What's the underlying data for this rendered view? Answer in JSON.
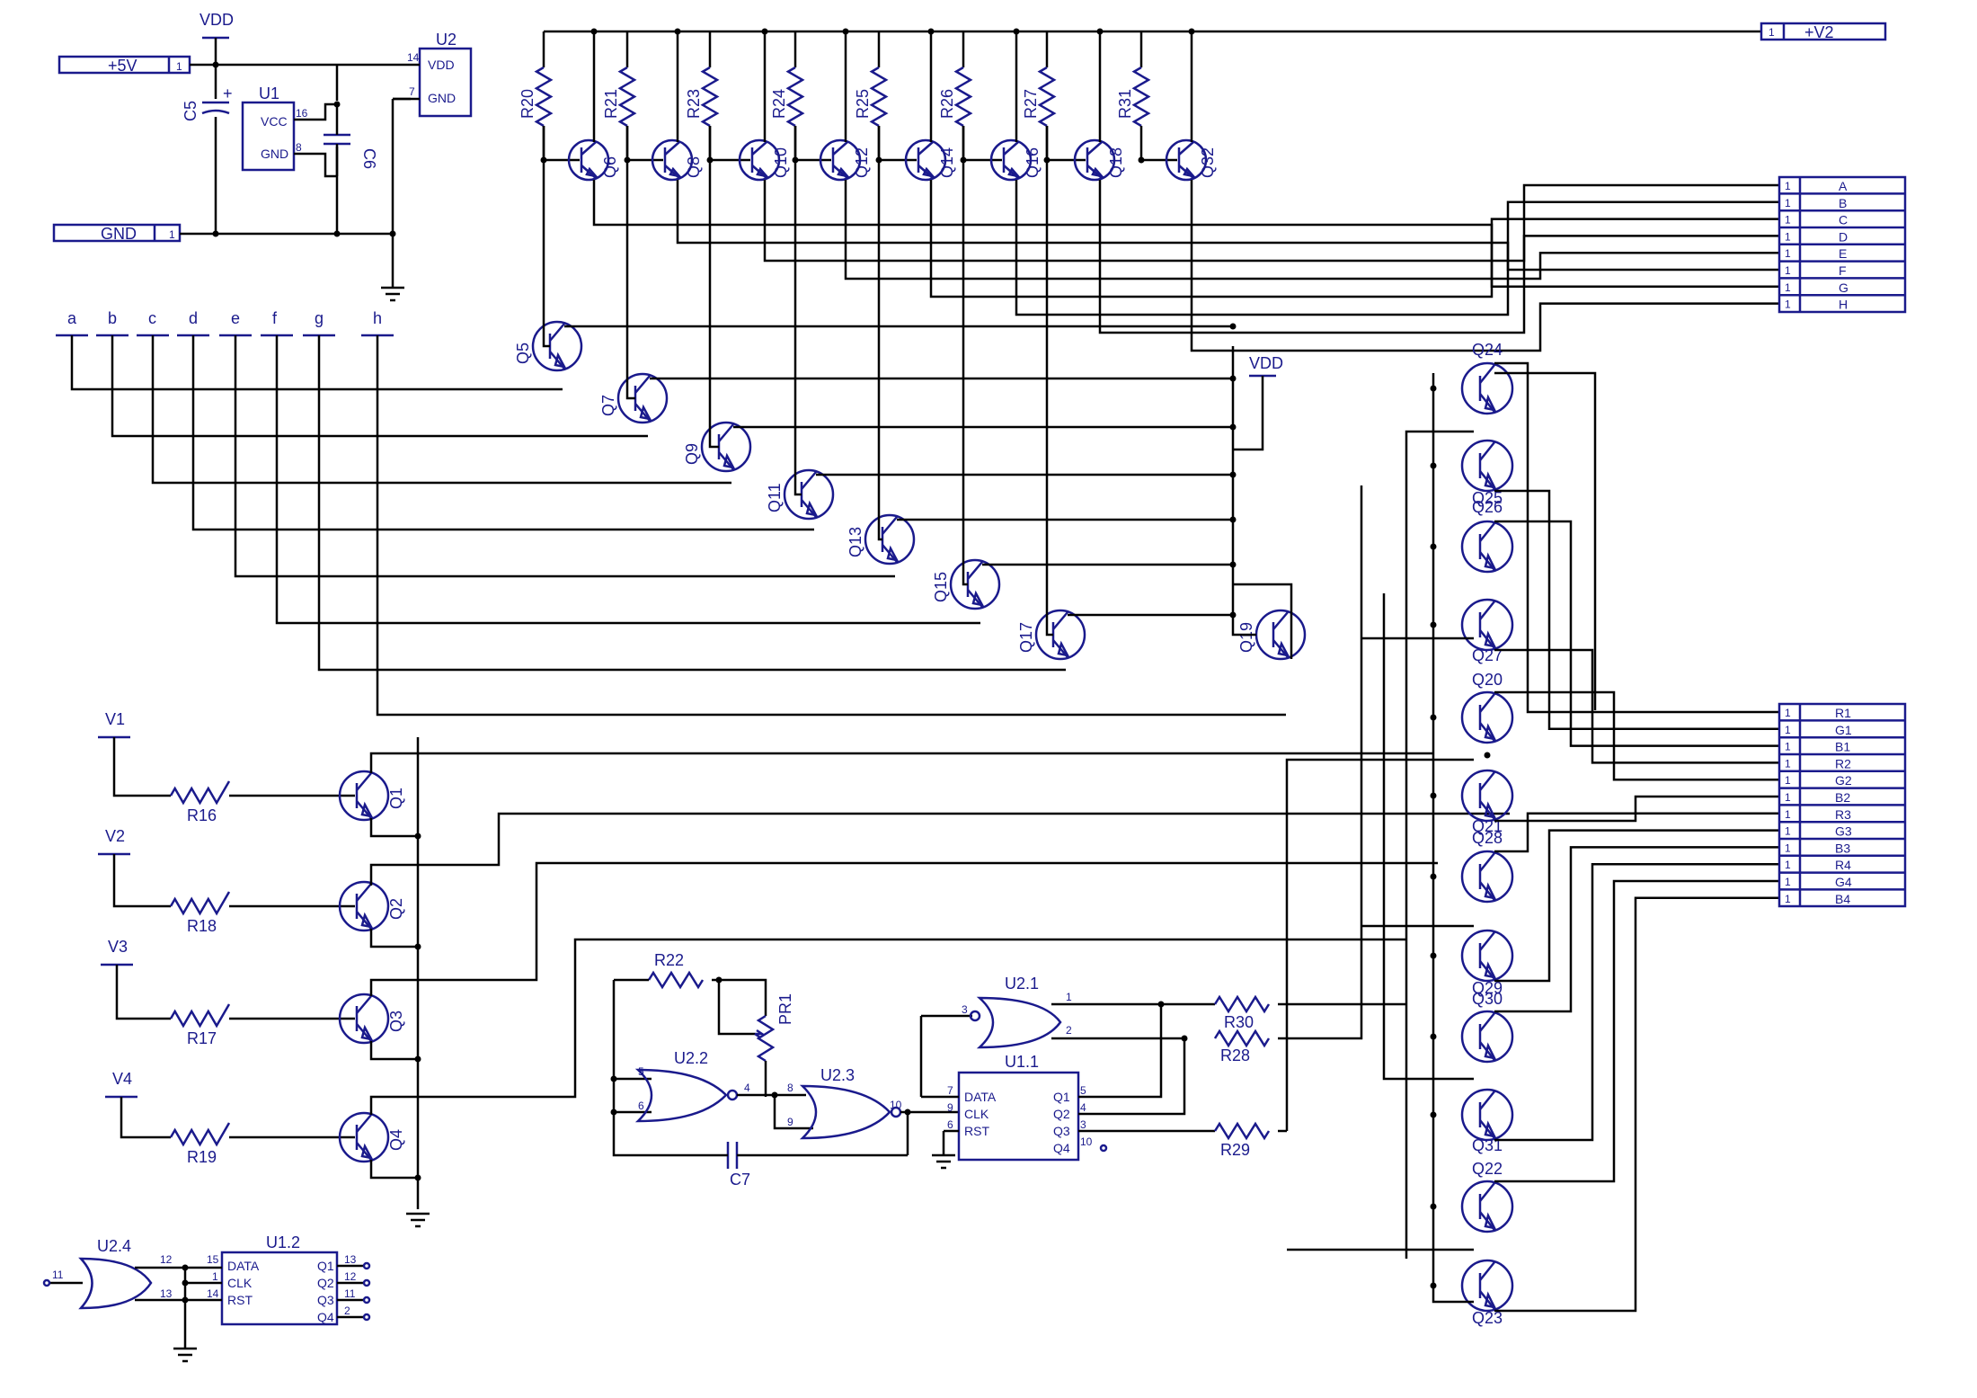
{
  "labels": {
    "vdd_top": "VDD",
    "vdd_mid": "VDD",
    "plus5v": "+5V",
    "gnd": "GND",
    "plus_v2": "+V2",
    "pin_one": "1",
    "u1": "U1",
    "u1_vcc": "VCC",
    "u1_gnd": "GND",
    "u1_pin16": "16",
    "u1_pin8": "8",
    "u2": "U2",
    "u2_vdd": "VDD",
    "u2_gnd": "GND",
    "u2_pin14": "14",
    "u2_pin7": "7",
    "c5": "C5",
    "c6": "C6",
    "c7": "C7",
    "plus_sign": "+",
    "r16": "R16",
    "r17": "R17",
    "r18": "R18",
    "r19": "R19",
    "r20": "R20",
    "r21": "R21",
    "r22": "R22",
    "r23": "R23",
    "r24": "R24",
    "r25": "R25",
    "r26": "R26",
    "r27": "R27",
    "r28": "R28",
    "r29": "R29",
    "r30": "R30",
    "r31": "R31",
    "pr1": "PR1",
    "q1": "Q1",
    "q2": "Q2",
    "q3": "Q3",
    "q4": "Q4",
    "q5": "Q5",
    "q6": "Q6",
    "q7": "Q7",
    "q8": "Q8",
    "q9": "Q9",
    "q10": "Q10",
    "q11": "Q11",
    "q12": "Q12",
    "q13": "Q13",
    "q14": "Q14",
    "q15": "Q15",
    "q16": "Q16",
    "q17": "Q17",
    "q18": "Q18",
    "q19": "Q19",
    "q20": "Q20",
    "q21": "Q21",
    "q22": "Q22",
    "q23": "Q23",
    "q24": "Q24",
    "q25": "Q25",
    "q26": "Q26",
    "q27": "Q27",
    "q28": "Q28",
    "q29": "Q29",
    "q30": "Q30",
    "q31": "Q31",
    "q32": "Q32",
    "v1": "V1",
    "v2": "V2",
    "v3": "V3",
    "v4": "V4",
    "u2_1": "U2.1",
    "u2_2": "U2.2",
    "u2_3": "U2.3",
    "u2_4": "U2.4",
    "u1_1": "U1.1",
    "u1_2": "U1.2",
    "data": "DATA",
    "clk": "CLK",
    "rst": "RST",
    "q1_pin": "Q1",
    "q2_pin": "Q2",
    "q3_pin": "Q3",
    "q4_pin": "Q4",
    "n1": "1",
    "n2": "2",
    "n3": "3",
    "n4": "4",
    "n5": "5",
    "n6": "6",
    "n7": "7",
    "n8": "8",
    "n9": "9",
    "n10": "10",
    "n11": "11",
    "n12": "12",
    "n13": "13",
    "n14": "14",
    "n15": "15"
  },
  "top_inputs": [
    "a",
    "b",
    "c",
    "d",
    "e",
    "f",
    "g",
    "h"
  ],
  "column_connector": [
    "A",
    "B",
    "C",
    "D",
    "E",
    "F",
    "G",
    "H"
  ],
  "rgb_connector": [
    "R1",
    "G1",
    "B1",
    "R2",
    "G2",
    "B2",
    "R3",
    "G3",
    "B3",
    "R4",
    "G4",
    "B4"
  ],
  "colors": {
    "component": "#1a1a8c",
    "wire": "#000000",
    "background": "#ffffff"
  }
}
